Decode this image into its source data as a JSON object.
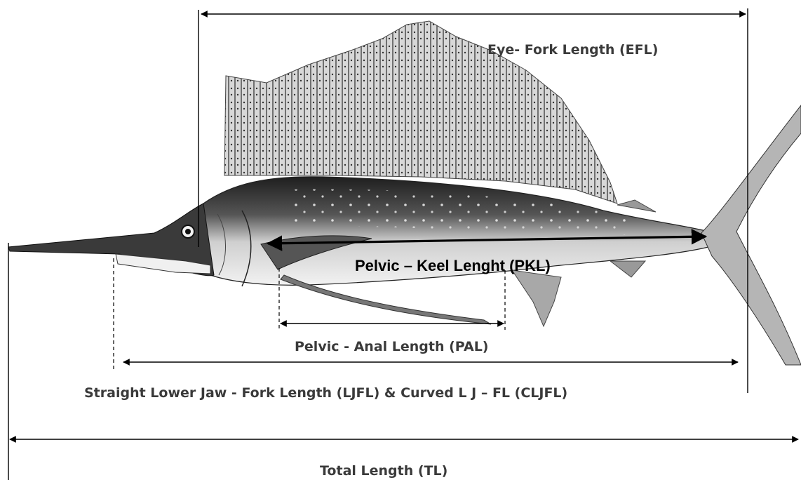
{
  "labels": {
    "efl": "Eye- Fork Length (EFL)",
    "pkl": "Pelvic – Keel Lenght (PKL)",
    "pal": "Pelvic - Anal Length (PAL)",
    "ljfl": "Straight Lower Jaw - Fork Length (LJFL) & Curved  L J – FL (CLJFL)",
    "tl": "Total Length (TL)"
  },
  "colors": {
    "line": "#000000",
    "label_text": "#3a3a3a",
    "fish_body_dark": "#2a2a2a",
    "fish_belly": "#e9e9e9",
    "fin": "#8a8a8a"
  }
}
